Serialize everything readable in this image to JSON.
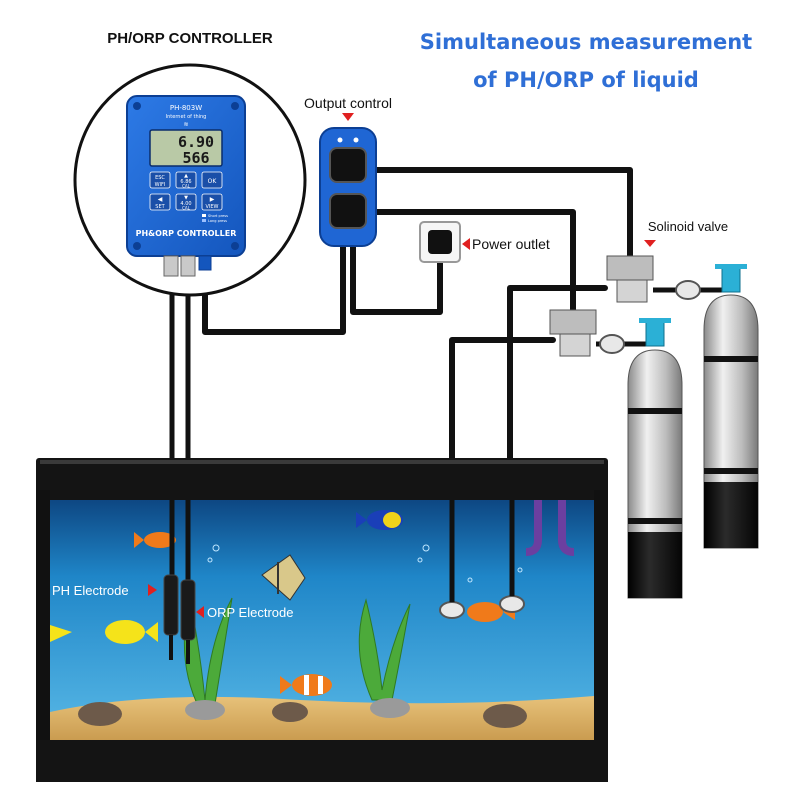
{
  "heading": {
    "line1": "Simultaneous measurement",
    "line2": "of PH/ORP of liquid"
  },
  "controller": {
    "caption": "PH/ORP CONTROLLER",
    "model": "PH-803W",
    "subtitle": "Internet of thing",
    "panel_label": "PH&ORP  CONTROLLER",
    "display_line1": "6.90",
    "display_line2": "566",
    "buttons": {
      "esc": "ESC",
      "wifi": "WIFI",
      "up": "6.86",
      "up_sub": "CAL",
      "ok": "OK",
      "set": "SET",
      "down": "4.00",
      "down_sub": "CAL",
      "view": "VIEW"
    },
    "legend_short": "Short press",
    "legend_long": "Long press"
  },
  "labels": {
    "output_control": "Output control",
    "power_outlet": "Power outlet",
    "solenoid_valve": "Solinoid valve",
    "ph_electrode": "PH Electrode",
    "orp_electrode": "ORP Electrode"
  },
  "colors": {
    "heading": "#2f6fd6",
    "controller_body": "#1f66d4",
    "marker": "#e02020",
    "water": "#1f86c8",
    "cable": "#111111"
  }
}
